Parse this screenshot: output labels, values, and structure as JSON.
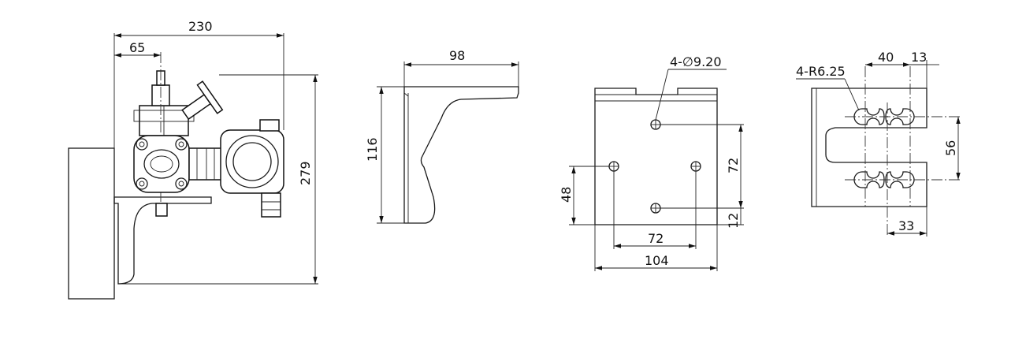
{
  "view_1": {
    "overall_width": "230",
    "offset": "65",
    "overall_height": "279"
  },
  "view_2": {
    "width": "98",
    "height": "116"
  },
  "view_3": {
    "hole_spec": "4-∅9.20",
    "vertical_spacing": "72",
    "bottom_offset": "12",
    "left_height": "48",
    "horizontal_spacing": "72",
    "overall_width": "104"
  },
  "view_4": {
    "slot_spec": "4-R6.25",
    "slot_length": "40",
    "edge_offset": "13",
    "vertical_spacing": "56",
    "slot_spacing": "33"
  }
}
